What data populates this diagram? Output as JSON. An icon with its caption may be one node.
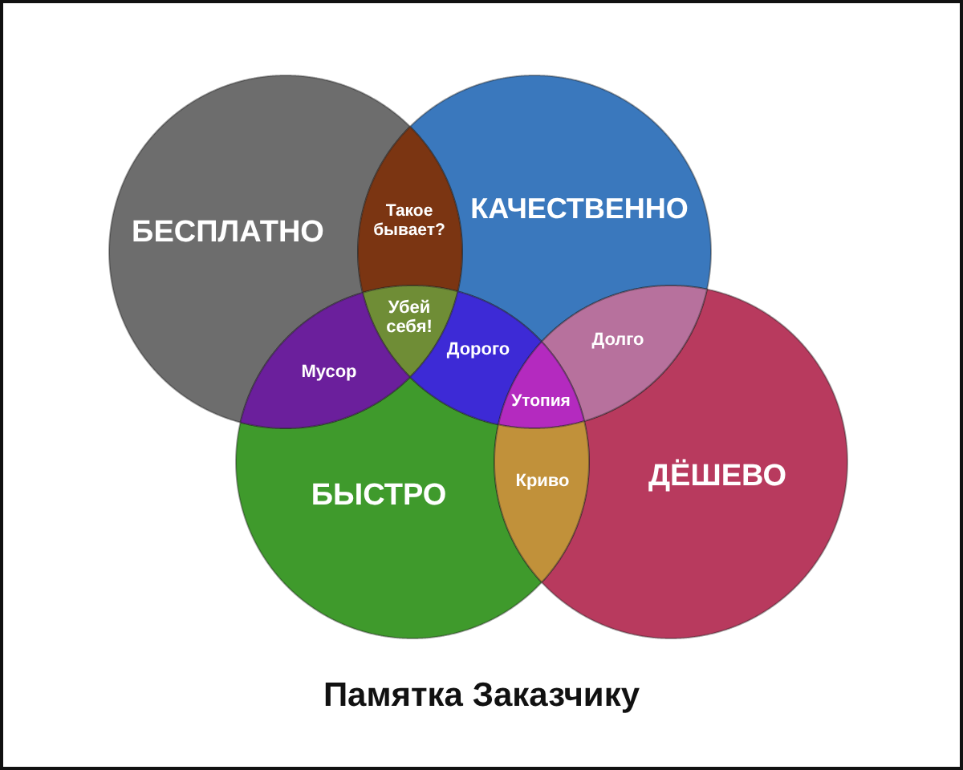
{
  "diagram": {
    "title": "Памятка Заказчику",
    "nodes": [
      {
        "text": [
          "БЕСПЛАТНО"
        ]
      },
      {
        "text": [
          "Такое бывает?"
        ]
      },
      {
        "text": [
          "КАЧЕСТВЕННО"
        ]
      },
      {
        "text": [
          "Убей себя!"
        ]
      },
      {
        "text": [
          "Мусор"
        ]
      },
      {
        "text": [
          "Дорого"
        ]
      },
      {
        "text": [
          "Долго"
        ]
      },
      {
        "text": [
          "Утопия"
        ]
      },
      {
        "text": [
          "БЫСТРО"
        ]
      },
      {
        "text": [
          "Криво"
        ]
      },
      {
        "text": [
          "ДЁШЕВО"
        ]
      }
    ]
  }
}
